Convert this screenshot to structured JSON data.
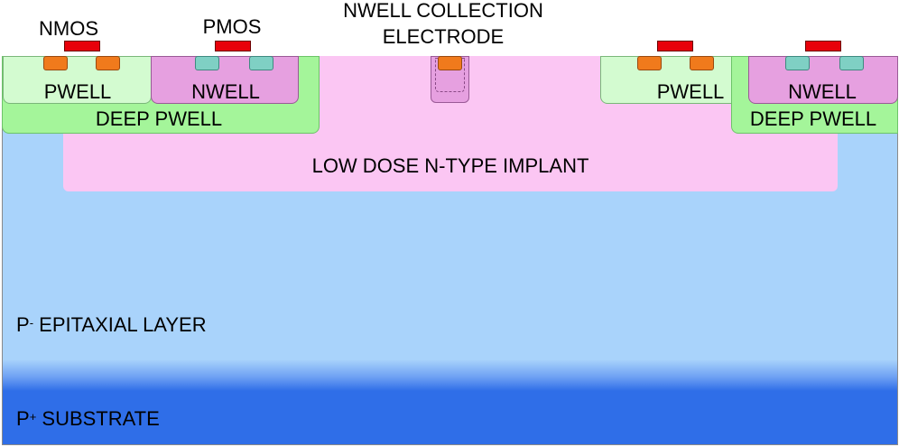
{
  "labels": {
    "nmos": "NMOS",
    "pmos": "PMOS",
    "collection_line1": "NWELL COLLECTION",
    "collection_line2": "ELECTRODE",
    "pwell_left": "PWELL",
    "nwell_left": "NWELL",
    "deep_pwell_left": "DEEP PWELL",
    "pwell_right": "PWELL",
    "nwell_right": "NWELL",
    "deep_pwell_right": "DEEP PWELL",
    "implant": "LOW DOSE N-TYPE IMPLANT",
    "epi_prefix": "P",
    "epi_sup": "-",
    "epi_text": " EPITAXIAL LAYER",
    "sub_prefix": "P",
    "sub_sup": "+",
    "sub_text": " SUBSTRATE"
  },
  "colors": {
    "epitaxial": "#a9d3fb",
    "substrate": "#2f6ee8",
    "implant": "#fbc6f3",
    "deep_pwell": "#a4f59a",
    "pwell": "#d3fbd0",
    "nwell": "#e6a0e0",
    "n_diffusion": "#f07a1c",
    "p_diffusion": "#7fd0c4",
    "gate": "#e8000a"
  }
}
